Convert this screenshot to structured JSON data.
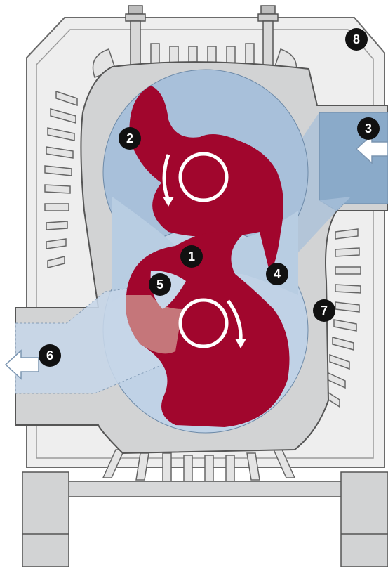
{
  "colors": {
    "housing_fill": "#d2d3d4",
    "housing_dark": "#a9abad",
    "outer_cover": "#eeeeee",
    "outline": "#555555",
    "chamber_blue": "#a8c0da",
    "chamber_light": "#c7d7e9",
    "rotor": "#a1062d",
    "rotor_pale": "#c98383",
    "arrow_white": "#ffffff",
    "badge": "#111111",
    "badge_text": "#ffffff"
  },
  "markers": [
    {
      "id": "1",
      "label": "1"
    },
    {
      "id": "2",
      "label": "2"
    },
    {
      "id": "3",
      "label": "3"
    },
    {
      "id": "4",
      "label": "4"
    },
    {
      "id": "5",
      "label": "5"
    },
    {
      "id": "6",
      "label": "6"
    },
    {
      "id": "7",
      "label": "7"
    },
    {
      "id": "8",
      "label": "8"
    }
  ]
}
